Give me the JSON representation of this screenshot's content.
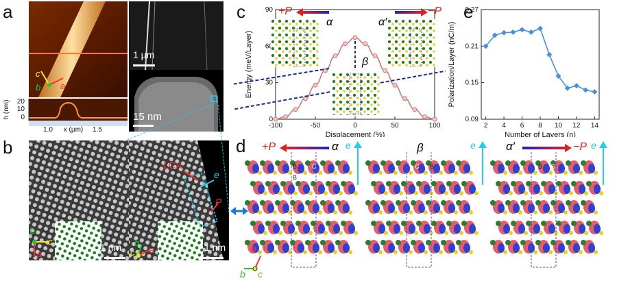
{
  "panels": {
    "a": {
      "label": "a",
      "scale_top": "1 µm",
      "scale_bottom": "15 nm",
      "axes": {
        "c": "c",
        "b": "b",
        "a": "a"
      },
      "profile": {
        "ylabel": "h (nm)",
        "xlabel": "x (µm)",
        "yticks": [
          "20",
          "10",
          "0"
        ],
        "xticks": [
          "1.0",
          "1.5"
        ]
      }
    },
    "b": {
      "label": "b",
      "lca_label": "LCA",
      "e_label": "e",
      "p_label": "P",
      "scale_left": "1 nm",
      "scale_right": "1 nm",
      "axes_left": {
        "b": "b",
        "c": "c",
        "a": "a"
      },
      "axes_right": {
        "b": "b",
        "c": "c",
        "a": "a"
      }
    },
    "c": {
      "label": "c",
      "plus_p": "+P",
      "minus_p": "−P",
      "alpha": "α",
      "alpha_prime": "α′",
      "beta": "β"
    },
    "d": {
      "label": "d",
      "plus_p": "+P",
      "minus_p": "−P",
      "alpha": "α",
      "beta": "β",
      "alpha_prime": "α′",
      "e_label": "e",
      "atom_labels": [
        "B",
        "C",
        "B",
        "C",
        "B",
        "C",
        "B",
        "C"
      ],
      "axes": {
        "a": "a",
        "b": "b",
        "c": "c"
      }
    },
    "e": {
      "label": "e"
    }
  },
  "chart_data": [
    {
      "type": "line",
      "panel": "c",
      "title": "",
      "xlabel": "Displacement (%)",
      "ylabel": "Energy (meV/Layer)",
      "x": [
        -100,
        -87.5,
        -75,
        -62.5,
        -50,
        -37.5,
        -25,
        -12.5,
        0,
        12.5,
        25,
        37.5,
        50,
        62.5,
        75,
        87.5,
        100
      ],
      "y": [
        0,
        2,
        8,
        17,
        28,
        40,
        52,
        62,
        67,
        62,
        52,
        40,
        28,
        17,
        8,
        2,
        0
      ],
      "xlim": [
        -100,
        100
      ],
      "ylim": [
        0,
        90
      ],
      "xticks": [
        -100,
        -50,
        0,
        50,
        100
      ],
      "yticks": [
        0,
        30,
        60,
        90
      ],
      "color": "#c97b7b"
    },
    {
      "type": "line",
      "panel": "e",
      "title": "",
      "xlabel": "Number of Layers (n)",
      "ylabel": "Polarization/Layer (nC/m)",
      "x": [
        2,
        3,
        4,
        5,
        6,
        7,
        8,
        9,
        10,
        11,
        12,
        13,
        14
      ],
      "y": [
        0.21,
        0.228,
        0.232,
        0.233,
        0.237,
        0.233,
        0.239,
        0.196,
        0.161,
        0.141,
        0.145,
        0.138,
        0.135
      ],
      "xlim": [
        1.5,
        14.5
      ],
      "ylim": [
        0.09,
        0.27
      ],
      "xticks": [
        2,
        4,
        6,
        8,
        10,
        12,
        14
      ],
      "yticks": [
        0.09,
        0.15,
        0.21,
        0.27
      ],
      "ytick_labels": [
        "0.09",
        "0.15",
        "0.21",
        "0.27"
      ],
      "color": "#4a90d9"
    }
  ]
}
